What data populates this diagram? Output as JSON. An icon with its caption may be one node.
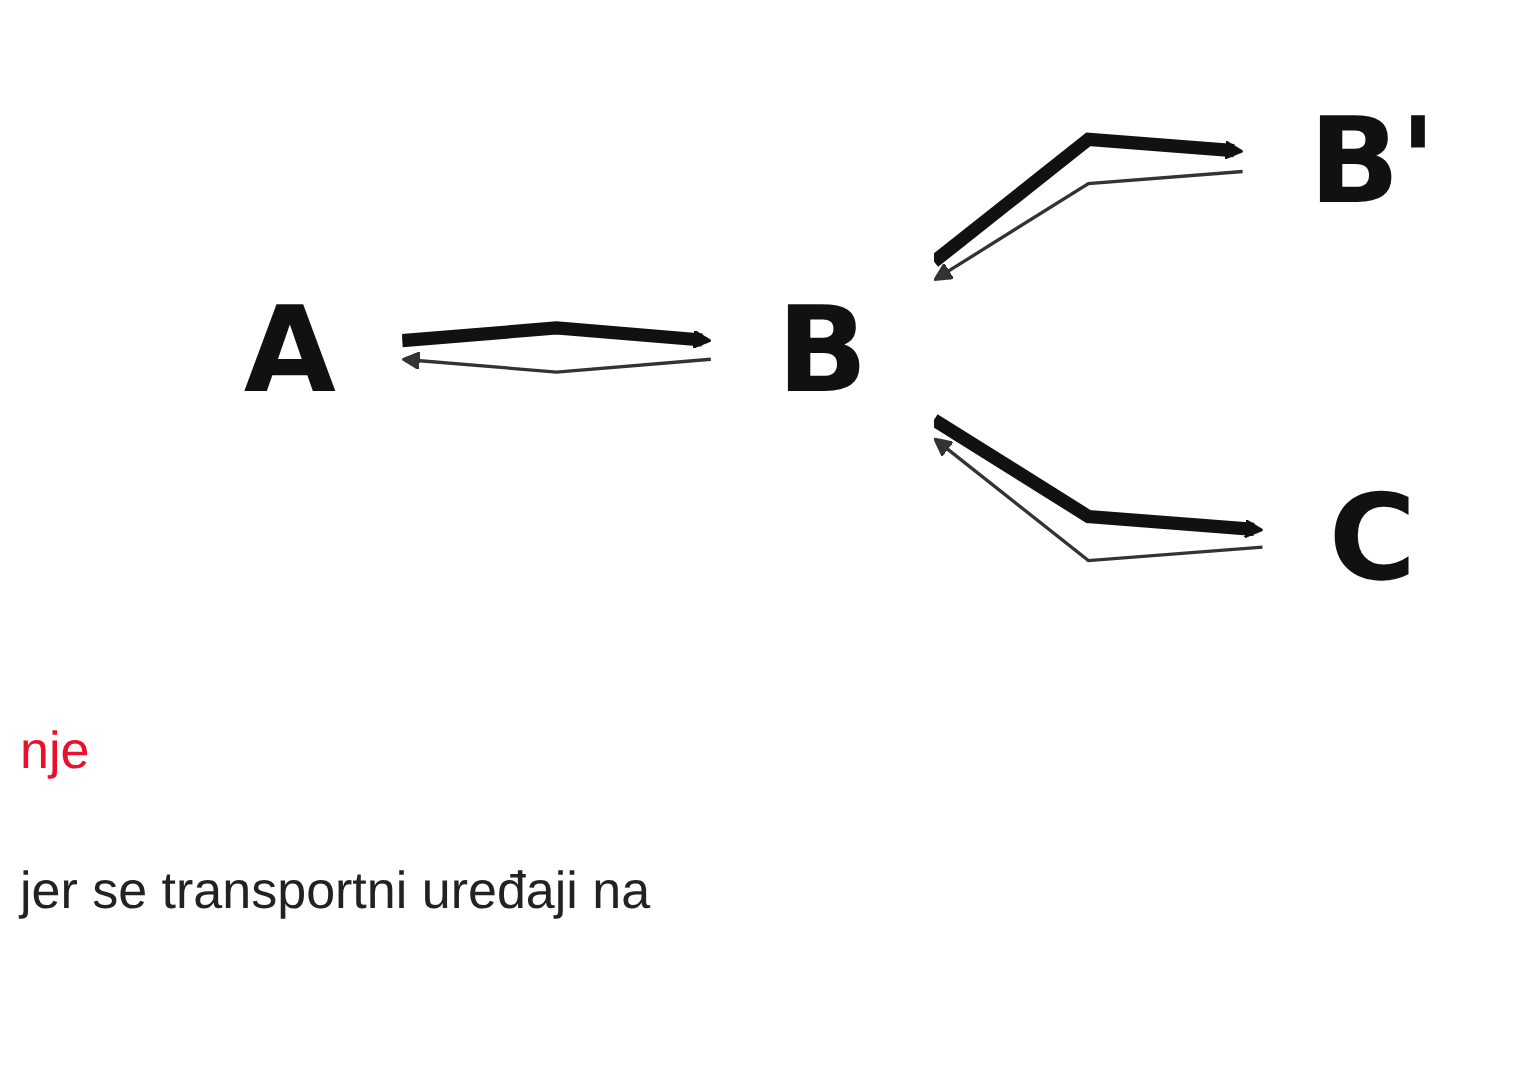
{
  "diagram": {
    "nodes": [
      {
        "text": [
          "A"
        ]
      },
      {
        "text": [
          "B"
        ]
      },
      {
        "text": [
          "B'"
        ]
      },
      {
        "text": [
          "C"
        ]
      }
    ],
    "edges": [
      {
        "from": 0,
        "to": 1,
        "arrow": "to",
        "style": "thick"
      },
      {
        "from": 1,
        "to": 0,
        "arrow": "to"
      },
      {
        "from": 1,
        "to": 2,
        "arrow": "to",
        "style": "thick"
      },
      {
        "from": 2,
        "to": 1,
        "arrow": "to"
      },
      {
        "from": 1,
        "to": 3,
        "arrow": "to",
        "style": "thick"
      },
      {
        "from": 3,
        "to": 1,
        "arrow": "to"
      }
    ],
    "labels": [
      "nje",
      "jer se transportni uređaji na"
    ]
  }
}
